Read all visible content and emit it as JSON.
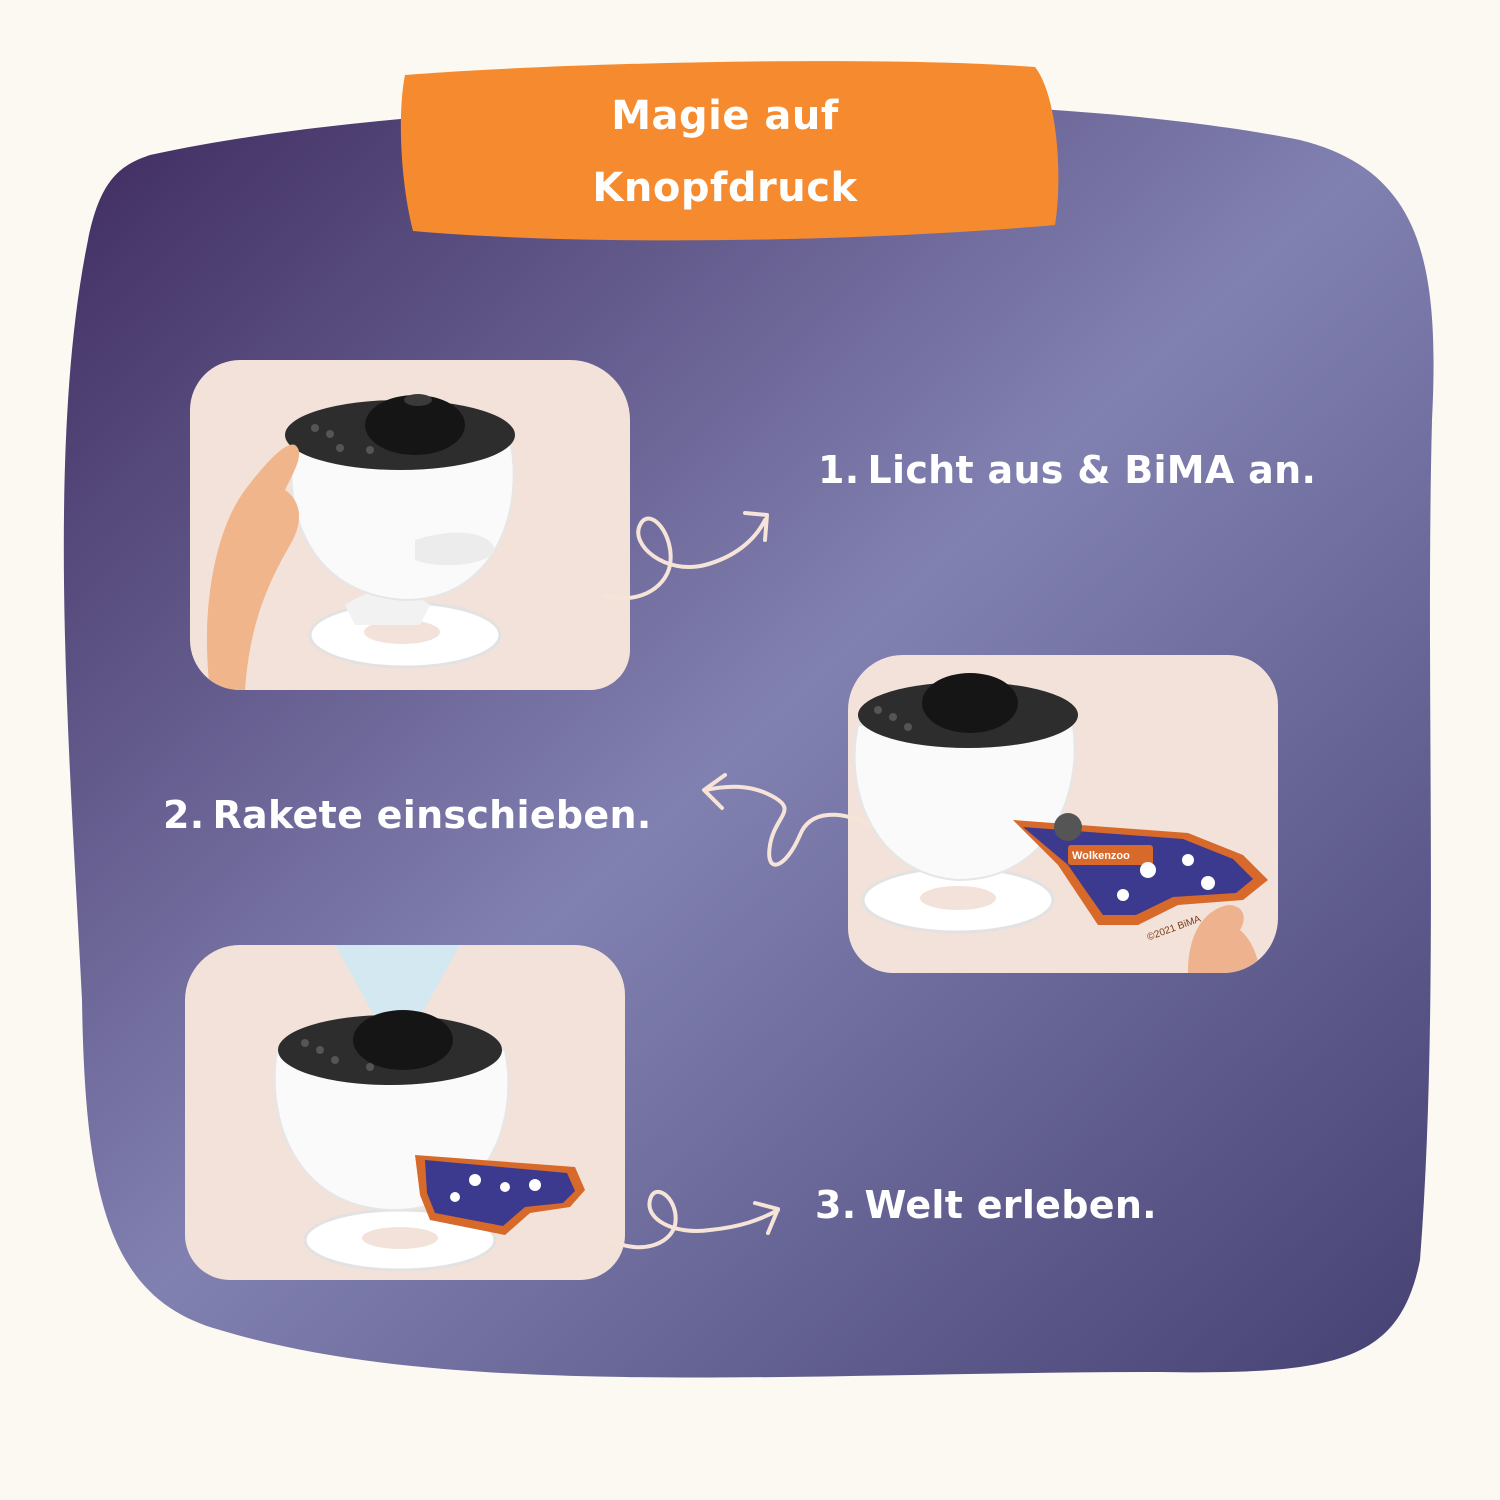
{
  "title": {
    "line1": "Magie auf",
    "line2": "Knopfdruck"
  },
  "steps": [
    {
      "number": "1.",
      "text": "Licht aus & BiMA an."
    },
    {
      "number": "2.",
      "text": "Rakete einschieben."
    },
    {
      "number": "3.",
      "text": "Welt erleben."
    }
  ],
  "card": {
    "title": "Wolkenzoo",
    "copyright": "©2021 BiMA"
  },
  "colors": {
    "background": "#fbf9f2",
    "blob_dark": "#3e2a5e",
    "blob_light": "#8181b1",
    "banner": "#f58a2e",
    "panel": "#f3e2d9",
    "text": "#ffffff",
    "arrow": "#f6e4d8"
  }
}
